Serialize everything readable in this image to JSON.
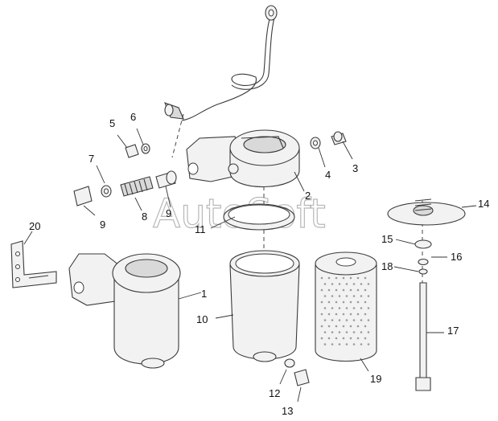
{
  "watermark": "AutoSoft",
  "callouts": [
    {
      "id": "c1",
      "text": "1"
    },
    {
      "id": "c2",
      "text": "2"
    },
    {
      "id": "c3",
      "text": "3"
    },
    {
      "id": "c4",
      "text": "4"
    },
    {
      "id": "c5",
      "text": "5"
    },
    {
      "id": "c6",
      "text": "6"
    },
    {
      "id": "c7",
      "text": "7"
    },
    {
      "id": "c8",
      "text": "8"
    },
    {
      "id": "c9a",
      "text": "9"
    },
    {
      "id": "c9b",
      "text": "9"
    },
    {
      "id": "c10",
      "text": "10"
    },
    {
      "id": "c11",
      "text": "11"
    },
    {
      "id": "c12",
      "text": "12"
    },
    {
      "id": "c13",
      "text": "13"
    },
    {
      "id": "c14",
      "text": "14"
    },
    {
      "id": "c15",
      "text": "15"
    },
    {
      "id": "c16",
      "text": "16"
    },
    {
      "id": "c17",
      "text": "17"
    },
    {
      "id": "c18",
      "text": "18"
    },
    {
      "id": "c19",
      "text": "19"
    },
    {
      "id": "c20",
      "text": "20"
    }
  ]
}
